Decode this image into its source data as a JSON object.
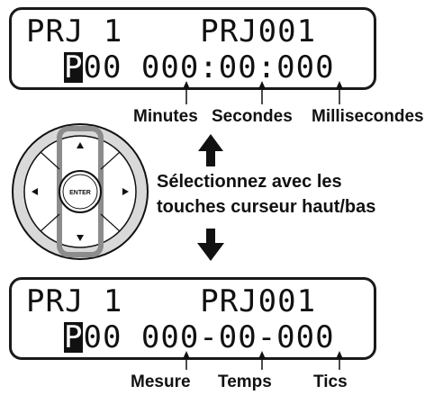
{
  "top_display": {
    "line1": "PRJ 1    PRJ001",
    "cursor_char": "P",
    "line2_rest": "00 000:00:000"
  },
  "top_labels": {
    "minutes": "Minutes",
    "seconds": "Secondes",
    "milliseconds": "Millisecondes"
  },
  "instruction": {
    "line1": "Sélectionnez avec les",
    "line2": "touches curseur haut/bas"
  },
  "cursor_pad": {
    "enter_label": "ENTER"
  },
  "bottom_display": {
    "line1": "PRJ 1    PRJ001",
    "cursor_char": "P",
    "line2_rest": "00 000-00-000"
  },
  "bottom_labels": {
    "measure": "Mesure",
    "beat": "Temps",
    "ticks": "Tics"
  },
  "colors": {
    "ink": "#111111",
    "pad_fill": "#d9d9d9",
    "pad_highlight": "#8c8c8c"
  }
}
